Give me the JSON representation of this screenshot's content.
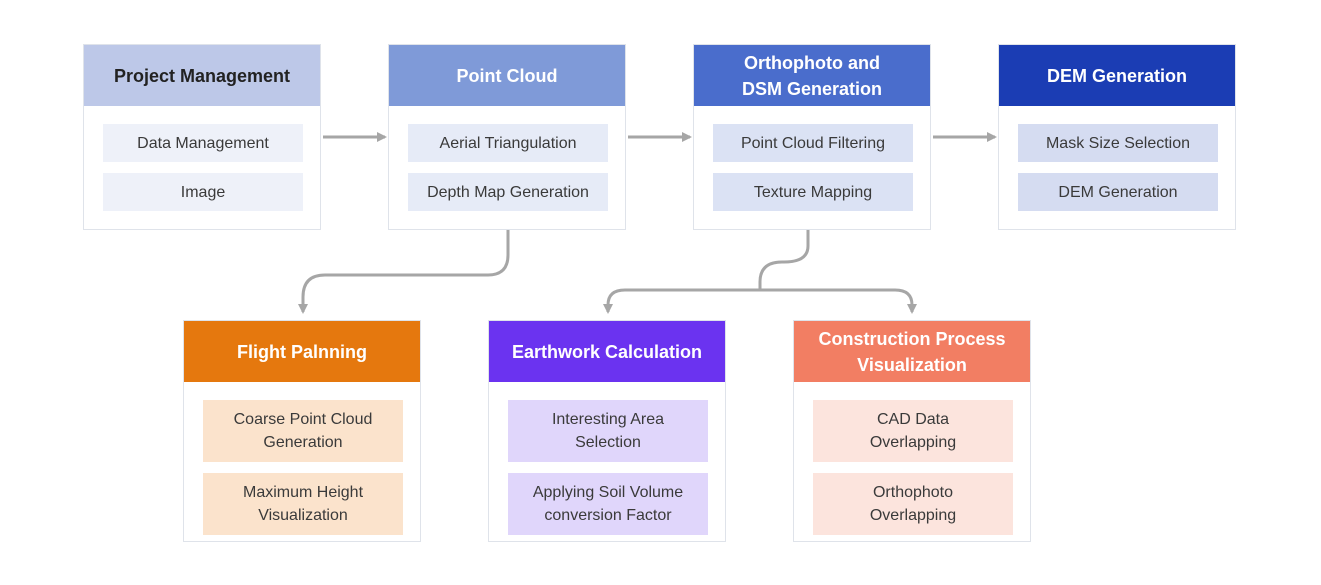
{
  "diagram": {
    "cards": {
      "project": {
        "title": "Project Management",
        "items": [
          "Data Management",
          "Image"
        ]
      },
      "pointcloud": {
        "title": "Point Cloud",
        "items": [
          "Aerial Triangulation",
          "Depth Map Generation"
        ]
      },
      "ortho": {
        "title": "Orthophoto and\nDSM Generation",
        "items": [
          "Point Cloud Filtering",
          "Texture Mapping"
        ]
      },
      "dem": {
        "title": "DEM Generation",
        "items": [
          "Mask Size Selection",
          "DEM Generation"
        ]
      },
      "flight": {
        "title": "Flight Palnning",
        "items": [
          "Coarse Point Cloud\nGeneration",
          "Maximum Height\nVisualization"
        ]
      },
      "earthwork": {
        "title": "Earthwork Calculation",
        "items": [
          "Interesting Area\nSelection",
          "Applying Soil Volume\nconversion Factor"
        ]
      },
      "construction": {
        "title": "Construction Process\nVisualization",
        "items": [
          "CAD Data\nOverlapping",
          "Orthophoto\nOverlapping"
        ]
      }
    },
    "colors": {
      "connector": "#a6a6a6",
      "project_header": "#bdc8e8",
      "pointcloud_header": "#7f9ad8",
      "ortho_header": "#4a6dcc",
      "dem_header": "#1b3db4",
      "flight_header": "#e5780e",
      "earthwork_header": "#6b33f0",
      "construction_header": "#f27e63"
    }
  }
}
